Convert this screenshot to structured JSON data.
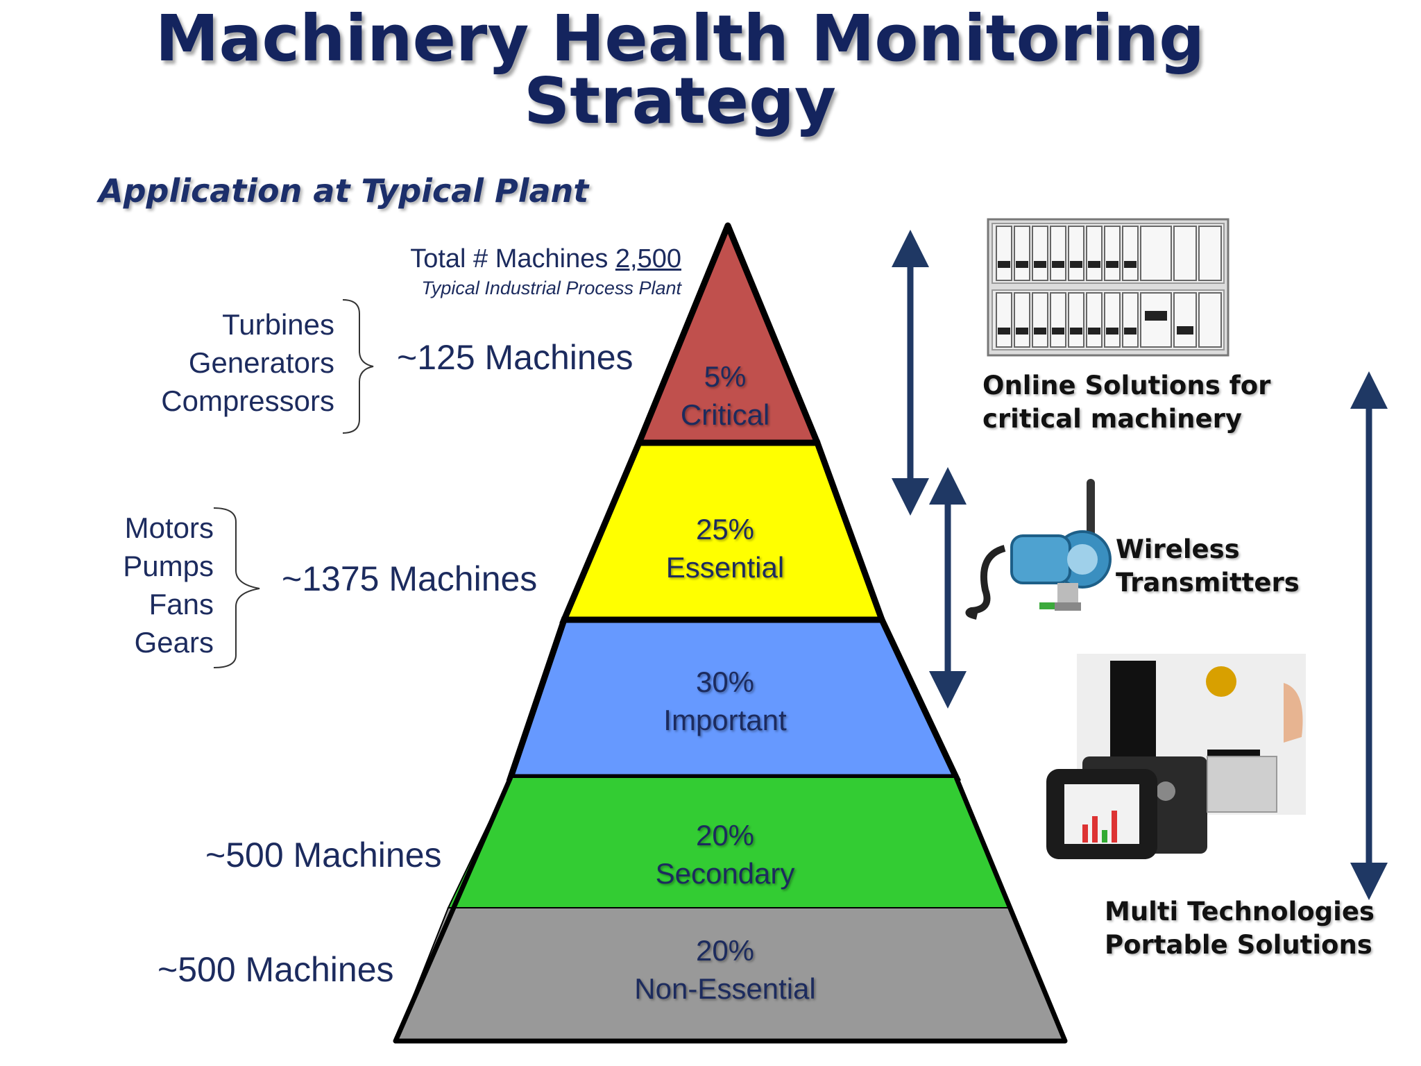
{
  "title": {
    "line1": "Machinery Health Monitoring",
    "line2": "Strategy"
  },
  "subtitle": "Application at Typical Plant",
  "total": {
    "label": "Total # Machines",
    "value": "2,500",
    "plant": "Typical Industrial Process Plant"
  },
  "groups": {
    "critical_items": [
      "Turbines",
      "Generators",
      "Compressors"
    ],
    "critical_count": "~125 Machines",
    "essential_items": [
      "Motors",
      "Pumps",
      "Fans",
      "Gears"
    ],
    "essential_count": "~1375 Machines",
    "secondary_count": "~500 Machines",
    "nonessential_count": "~500 Machines"
  },
  "tiers": [
    {
      "pct": "5%",
      "name": "Critical",
      "color": "#c0504d",
      "share": 5
    },
    {
      "pct": "25%",
      "name": "Essential",
      "color": "#ffff00",
      "share": 25
    },
    {
      "pct": "30%",
      "name": "Important",
      "color": "#6699ff",
      "share": 30
    },
    {
      "pct": "20%",
      "name": "Secondary",
      "color": "#33cc33",
      "share": 20
    },
    {
      "pct": "20%",
      "name": "Non-Essential",
      "color": "#999999",
      "share": 20
    }
  ],
  "solutions": {
    "online": [
      "Online Solutions for",
      "critical machinery"
    ],
    "wireless": [
      "Wireless",
      "Transmitters"
    ],
    "portable": [
      "Multi Technologies",
      "Portable Solutions"
    ]
  },
  "colors": {
    "title": "#14245e",
    "text": "#1c2b5e",
    "arrow": "#1f3864"
  }
}
